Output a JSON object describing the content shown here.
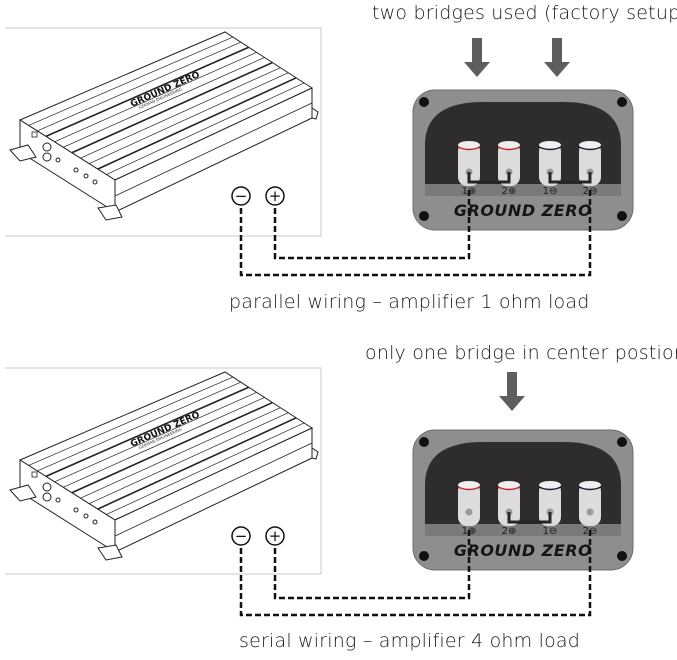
{
  "brand": "GROUND ZERO",
  "colors": {
    "panel_outer": "#8e8e8e",
    "panel_inner": "#2e2c2d",
    "label_strip": "#7a7a7a",
    "terminal_body": "#dcdcdc",
    "positive_ring": "#c8202c",
    "negative_ring": "#1a1a2a",
    "arrow": "#5e5e5e",
    "wire": "#111111"
  },
  "diagrams": [
    {
      "id": "parallel",
      "header": "two bridges used (factory setup)",
      "caption": "parallel wiring – amplifier 1 ohm load",
      "arrow_count": 2,
      "terminals": [
        {
          "label": "1⊕",
          "polarity": "positive"
        },
        {
          "label": "2⊕",
          "polarity": "positive"
        },
        {
          "label": "1⊖",
          "polarity": "negative"
        },
        {
          "label": "2⊖",
          "polarity": "negative"
        }
      ],
      "bridges": [
        [
          1,
          2
        ],
        [
          3,
          4
        ]
      ],
      "amp_outputs": [
        {
          "symbol": "−",
          "polarity": "negative",
          "connects_to": "2⊖"
        },
        {
          "symbol": "+",
          "polarity": "positive",
          "connects_to": "1⊕"
        }
      ],
      "amp_logo": "GROUND ZERO",
      "amp_logo_sub": "GERMAN ENGINEERING"
    },
    {
      "id": "serial",
      "header": "only one bridge in center postion",
      "caption": "serial wiring – amplifier 4 ohm load",
      "arrow_count": 1,
      "terminals": [
        {
          "label": "1⊕",
          "polarity": "positive"
        },
        {
          "label": "2⊕",
          "polarity": "positive"
        },
        {
          "label": "1⊖",
          "polarity": "negative"
        },
        {
          "label": "2⊖",
          "polarity": "negative"
        }
      ],
      "bridges": [
        [
          2,
          3
        ]
      ],
      "amp_outputs": [
        {
          "symbol": "−",
          "polarity": "negative",
          "connects_to": "2⊖"
        },
        {
          "symbol": "+",
          "polarity": "positive",
          "connects_to": "1⊕"
        }
      ],
      "amp_logo": "GROUND ZERO",
      "amp_logo_sub": "GERMAN ENGINEERING"
    }
  ]
}
